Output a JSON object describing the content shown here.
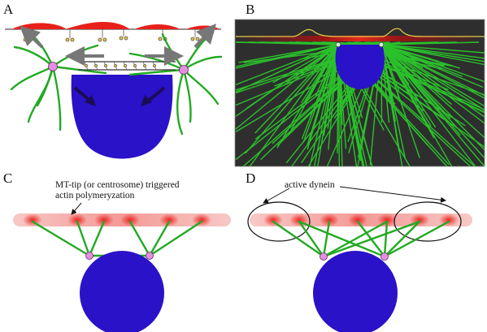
{
  "panels": {
    "a": {
      "label": "A"
    },
    "b": {
      "label": "B"
    },
    "c": {
      "label": "C",
      "annotation": "MT-tip (or centrosome) triggered\nactin polymeryzation"
    },
    "d": {
      "label": "D",
      "annotation": "active dynein"
    }
  },
  "colors": {
    "nucleus": "#2a12c8",
    "microtubule": "#22aa22",
    "centrosome": "#e58ee0",
    "actin": "#e8201a",
    "actin_soft": "#f6a3a0",
    "arrow": "#777777",
    "panel_b_bg": "#2e2e2e",
    "panel_b_line": "#e3c84a"
  }
}
